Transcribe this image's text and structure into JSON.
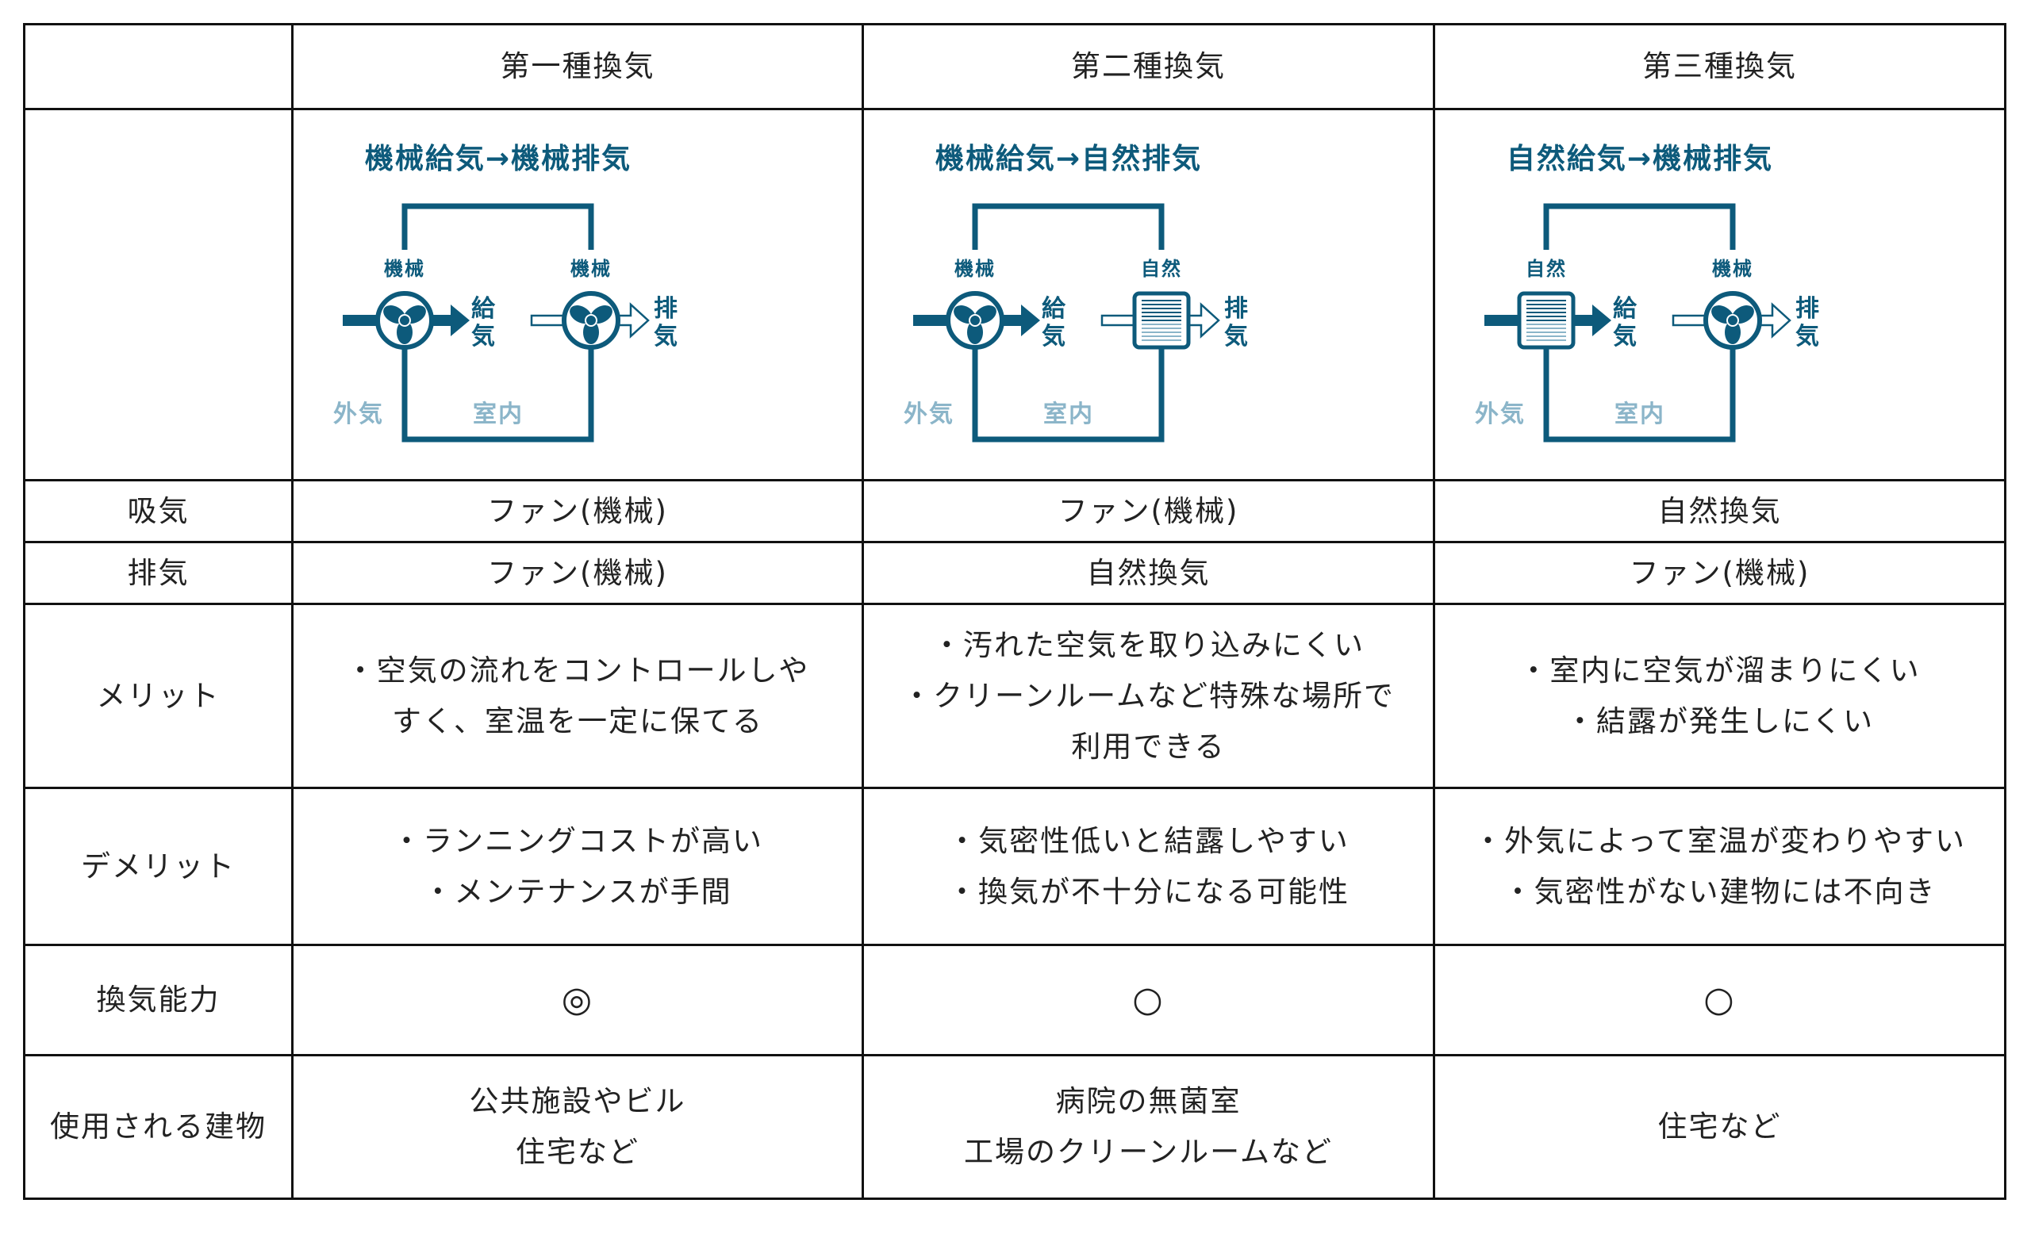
{
  "colors": {
    "dark": "#0d5a7b",
    "light": "#8bb5c9",
    "border": "#111111"
  },
  "header": [
    "",
    "第一種換気",
    "第二種換気",
    "第三種換気"
  ],
  "diagrams": [
    {
      "title": "機械給気→機械排気",
      "left_label": "機械",
      "right_label": "機械",
      "left_device": "fan",
      "right_device": "fan",
      "supply": "給気",
      "exhaust": "排気",
      "outside": "外気",
      "inside": "室内"
    },
    {
      "title": "機械給気→自然排気",
      "left_label": "機械",
      "right_label": "自然",
      "left_device": "fan",
      "right_device": "grille",
      "supply": "給気",
      "exhaust": "排気",
      "outside": "外気",
      "inside": "室内"
    },
    {
      "title": "自然給気→機械排気",
      "left_label": "自然",
      "right_label": "機械",
      "left_device": "grille",
      "right_device": "fan",
      "supply": "給気",
      "exhaust": "排気",
      "outside": "外気",
      "inside": "室内"
    }
  ],
  "rows": [
    {
      "label": "吸気",
      "cells": [
        [
          "ファン(機械)"
        ],
        [
          "ファン(機械)"
        ],
        [
          "自然換気"
        ]
      ]
    },
    {
      "label": "排気",
      "cells": [
        [
          "ファン(機械)"
        ],
        [
          "自然換気"
        ],
        [
          "ファン(機械)"
        ]
      ]
    },
    {
      "label": "メリット",
      "cells": [
        [
          "・空気の流れをコントロールしや",
          "すく、室温を一定に保てる"
        ],
        [
          "・汚れた空気を取り込みにくい",
          "・クリーンルームなど特殊な場所で",
          "利用できる"
        ],
        [
          "・室内に空気が溜まりにくい",
          "・結露が発生しにくい"
        ]
      ]
    },
    {
      "label": "デメリット",
      "cells": [
        [
          "・ランニングコストが高い",
          "・メンテナンスが手間"
        ],
        [
          "・気密性低いと結露しやすい",
          "・換気が不十分になる可能性"
        ],
        [
          "・外気によって室温が変わりやすい",
          "・気密性がない建物には不向き"
        ]
      ]
    },
    {
      "label": "換気能力",
      "cells": [
        [
          "◎"
        ],
        [
          "○"
        ],
        [
          "○"
        ]
      ]
    },
    {
      "label": "使用される建物",
      "cells": [
        [
          "公共施設やビル",
          "住宅など"
        ],
        [
          "病院の無菌室",
          "工場のクリーンルームなど"
        ],
        [
          "住宅など"
        ]
      ]
    }
  ]
}
